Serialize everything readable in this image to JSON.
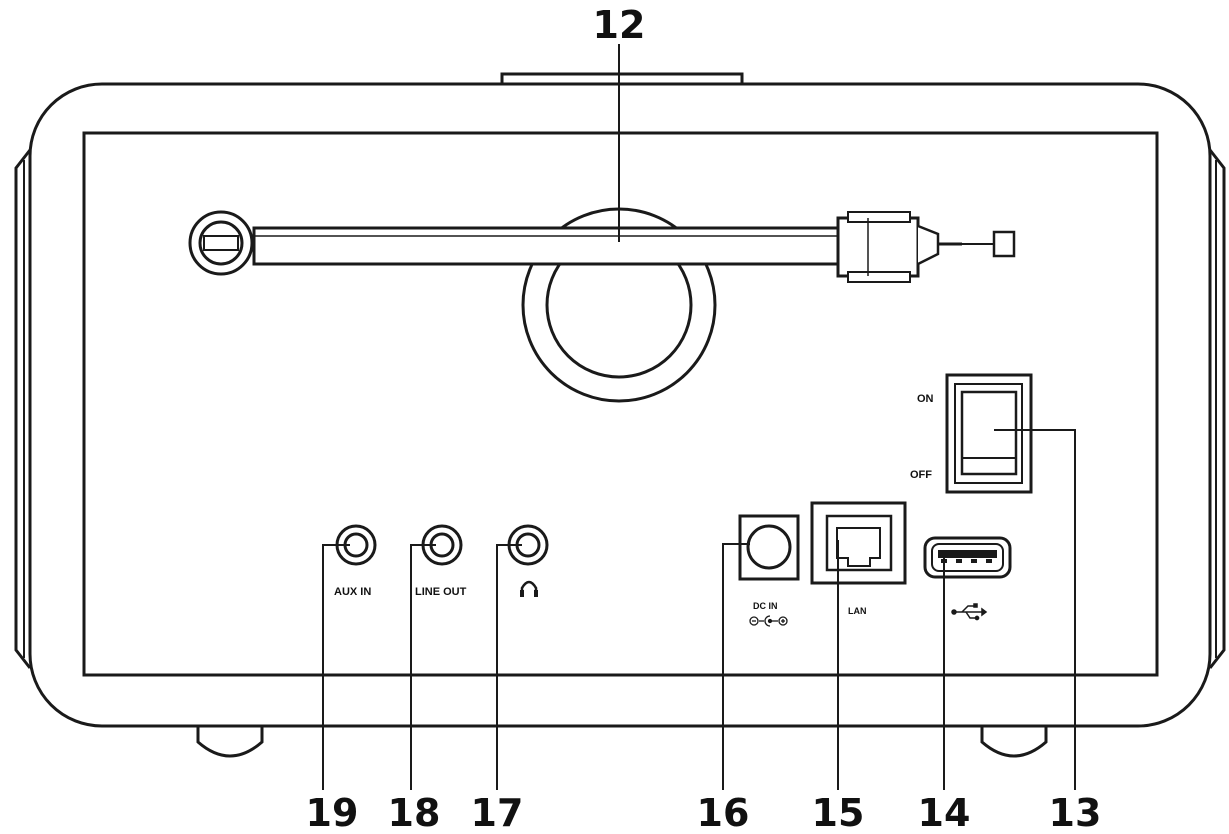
{
  "callouts": {
    "c12": "12",
    "c13": "13",
    "c14": "14",
    "c15": "15",
    "c16": "16",
    "c17": "17",
    "c18": "18",
    "c19": "19"
  },
  "labels": {
    "switch_on": "ON",
    "switch_off": "OFF",
    "aux_in": "AUX IN",
    "line_out": "LINE OUT",
    "dc_in": "DC IN",
    "lan": "LAN"
  },
  "icons": {
    "headphone": "headphone-icon",
    "usb": "usb-icon",
    "dc_polarity": "dc-polarity-icon"
  },
  "colors": {
    "line": "#1a1a1a",
    "background": "#ffffff"
  }
}
